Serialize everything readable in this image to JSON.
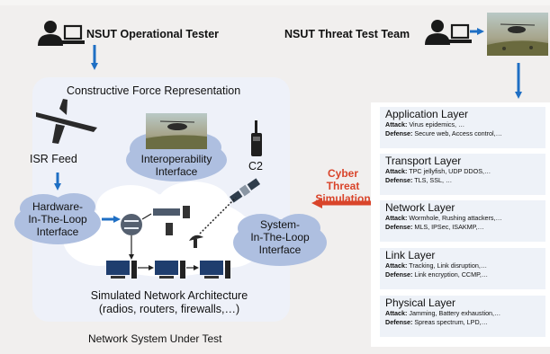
{
  "operational_tester": "NSUT Operational Tester",
  "threat_team": "NSUT Threat Test Team",
  "constructive_force": "Constructive Force Representation",
  "isr_feed": "ISR Feed",
  "interoperability": [
    "Interoperability",
    "Interface"
  ],
  "c2": "C2",
  "hitl": [
    "Hardware-",
    "In-The-Loop",
    "Interface"
  ],
  "sitl": [
    "System-",
    "In-The-Loop",
    "Interface"
  ],
  "cyber": [
    "Cyber Threat",
    "Simulation"
  ],
  "simulated_network": [
    "Simulated Network Architecture",
    "(radios, routers, firewalls,…)"
  ],
  "nsut": "Network System Under Test",
  "attack_prefix": "Attack:",
  "defense_prefix": "Defense:",
  "layers": [
    {
      "title": "Application Layer",
      "attack": "Virus epidemics, …",
      "defense": "Secure web, Access control,…"
    },
    {
      "title": "Transport Layer",
      "attack": "TPC jellyfish, UDP DDOS,…",
      "defense": "TLS, SSL, …"
    },
    {
      "title": "Network Layer",
      "attack": "Wormhole, Rushing attackers,…",
      "defense": "MLS, IPSec, ISAKMP,…"
    },
    {
      "title": "Link Layer",
      "attack": "Tracking, Link disruption,…",
      "defense": "Link encryption, CCMP,…"
    },
    {
      "title": "Physical Layer",
      "attack": "Jamming, Battery exhaustion,…",
      "defense": "Spreas spectrum, LPD,…"
    }
  ],
  "colors": {
    "arrow_blue": "#1f6fc4",
    "cyber_red": "#d9442a",
    "cloud": "#aebfe0",
    "panel": "#eef1f9"
  }
}
